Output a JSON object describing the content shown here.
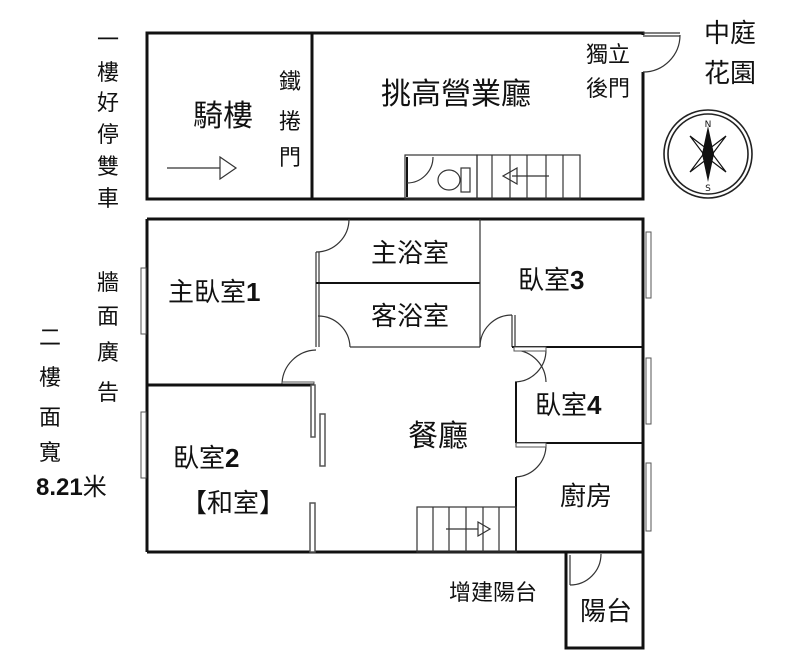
{
  "floor1": {
    "side_label_chars": [
      "一",
      "樓",
      "好",
      "停",
      "雙",
      "車"
    ],
    "arcade": "騎樓",
    "rolling_door_chars": [
      "鐵",
      "捲",
      "門"
    ],
    "business_hall": "挑高營業廳",
    "back_door_line1": "獨立",
    "back_door_line2": "後門"
  },
  "garden": {
    "line1": "中庭",
    "line2": "花園"
  },
  "compass": {
    "north": "N",
    "south": "S"
  },
  "floor2": {
    "wall_ad_chars": [
      "牆",
      "面",
      "廣",
      "告"
    ],
    "frontage_chars": [
      "二",
      "樓",
      "面",
      "寬"
    ],
    "frontage_value": "8.21",
    "frontage_unit": "米",
    "rooms": {
      "master_bedroom": {
        "name": "主臥室",
        "num": "1"
      },
      "master_bath": "主浴室",
      "guest_bath": "客浴室",
      "bedroom3": {
        "name": "臥室",
        "num": "3"
      },
      "bedroom4": {
        "name": "臥室",
        "num": "4"
      },
      "bedroom2": {
        "name": "臥室",
        "num": "2",
        "sub": "【和室】"
      },
      "dining": "餐廳",
      "kitchen": "廚房",
      "extended_balcony": "增建陽台",
      "balcony": "陽台"
    }
  },
  "colors": {
    "wall": "#111111",
    "background": "#ffffff"
  }
}
